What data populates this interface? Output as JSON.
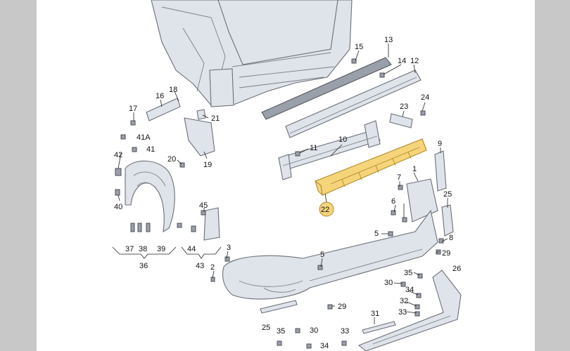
{
  "diagram": {
    "highlight_color": "#f6d47a",
    "callouts": [
      {
        "id": "c13",
        "text": "13"
      },
      {
        "id": "c15",
        "text": "15"
      },
      {
        "id": "c14",
        "text": "14"
      },
      {
        "id": "c12",
        "text": "12"
      },
      {
        "id": "c18",
        "text": "18"
      },
      {
        "id": "c16",
        "text": "16"
      },
      {
        "id": "c17",
        "text": "17"
      },
      {
        "id": "c21",
        "text": "21"
      },
      {
        "id": "c24",
        "text": "24"
      },
      {
        "id": "c23",
        "text": "23"
      },
      {
        "id": "c41A",
        "text": "41A"
      },
      {
        "id": "c41",
        "text": "41"
      },
      {
        "id": "c42",
        "text": "42"
      },
      {
        "id": "c20",
        "text": "20"
      },
      {
        "id": "c19",
        "text": "19"
      },
      {
        "id": "c11",
        "text": "11"
      },
      {
        "id": "c10",
        "text": "10"
      },
      {
        "id": "c9",
        "text": "9"
      },
      {
        "id": "c22",
        "text": "22"
      },
      {
        "id": "c7",
        "text": "7"
      },
      {
        "id": "c1",
        "text": "1"
      },
      {
        "id": "c40",
        "text": "40"
      },
      {
        "id": "c45",
        "text": "45"
      },
      {
        "id": "c6",
        "text": "6"
      },
      {
        "id": "c25",
        "text": "25"
      },
      {
        "id": "c5a",
        "text": "5"
      },
      {
        "id": "c8",
        "text": "8"
      },
      {
        "id": "c37",
        "text": "37"
      },
      {
        "id": "c38",
        "text": "38"
      },
      {
        "id": "c39",
        "text": "39"
      },
      {
        "id": "c44",
        "text": "44"
      },
      {
        "id": "c3",
        "text": "3"
      },
      {
        "id": "c36",
        "text": "36"
      },
      {
        "id": "c43",
        "text": "43"
      },
      {
        "id": "c29a",
        "text": "29"
      },
      {
        "id": "c5b",
        "text": "5"
      },
      {
        "id": "c35a",
        "text": "35"
      },
      {
        "id": "c26",
        "text": "26"
      },
      {
        "id": "c30a",
        "text": "30"
      },
      {
        "id": "c2",
        "text": "2"
      },
      {
        "id": "c34",
        "text": "34"
      },
      {
        "id": "c32",
        "text": "32"
      },
      {
        "id": "c29b",
        "text": "29"
      },
      {
        "id": "c31",
        "text": "31"
      },
      {
        "id": "c33a",
        "text": "33"
      },
      {
        "id": "c25b",
        "text": "25"
      },
      {
        "id": "c35b",
        "text": "35"
      },
      {
        "id": "c30b",
        "text": "30"
      },
      {
        "id": "c33b",
        "text": "33"
      },
      {
        "id": "c34b",
        "text": "34"
      }
    ]
  }
}
